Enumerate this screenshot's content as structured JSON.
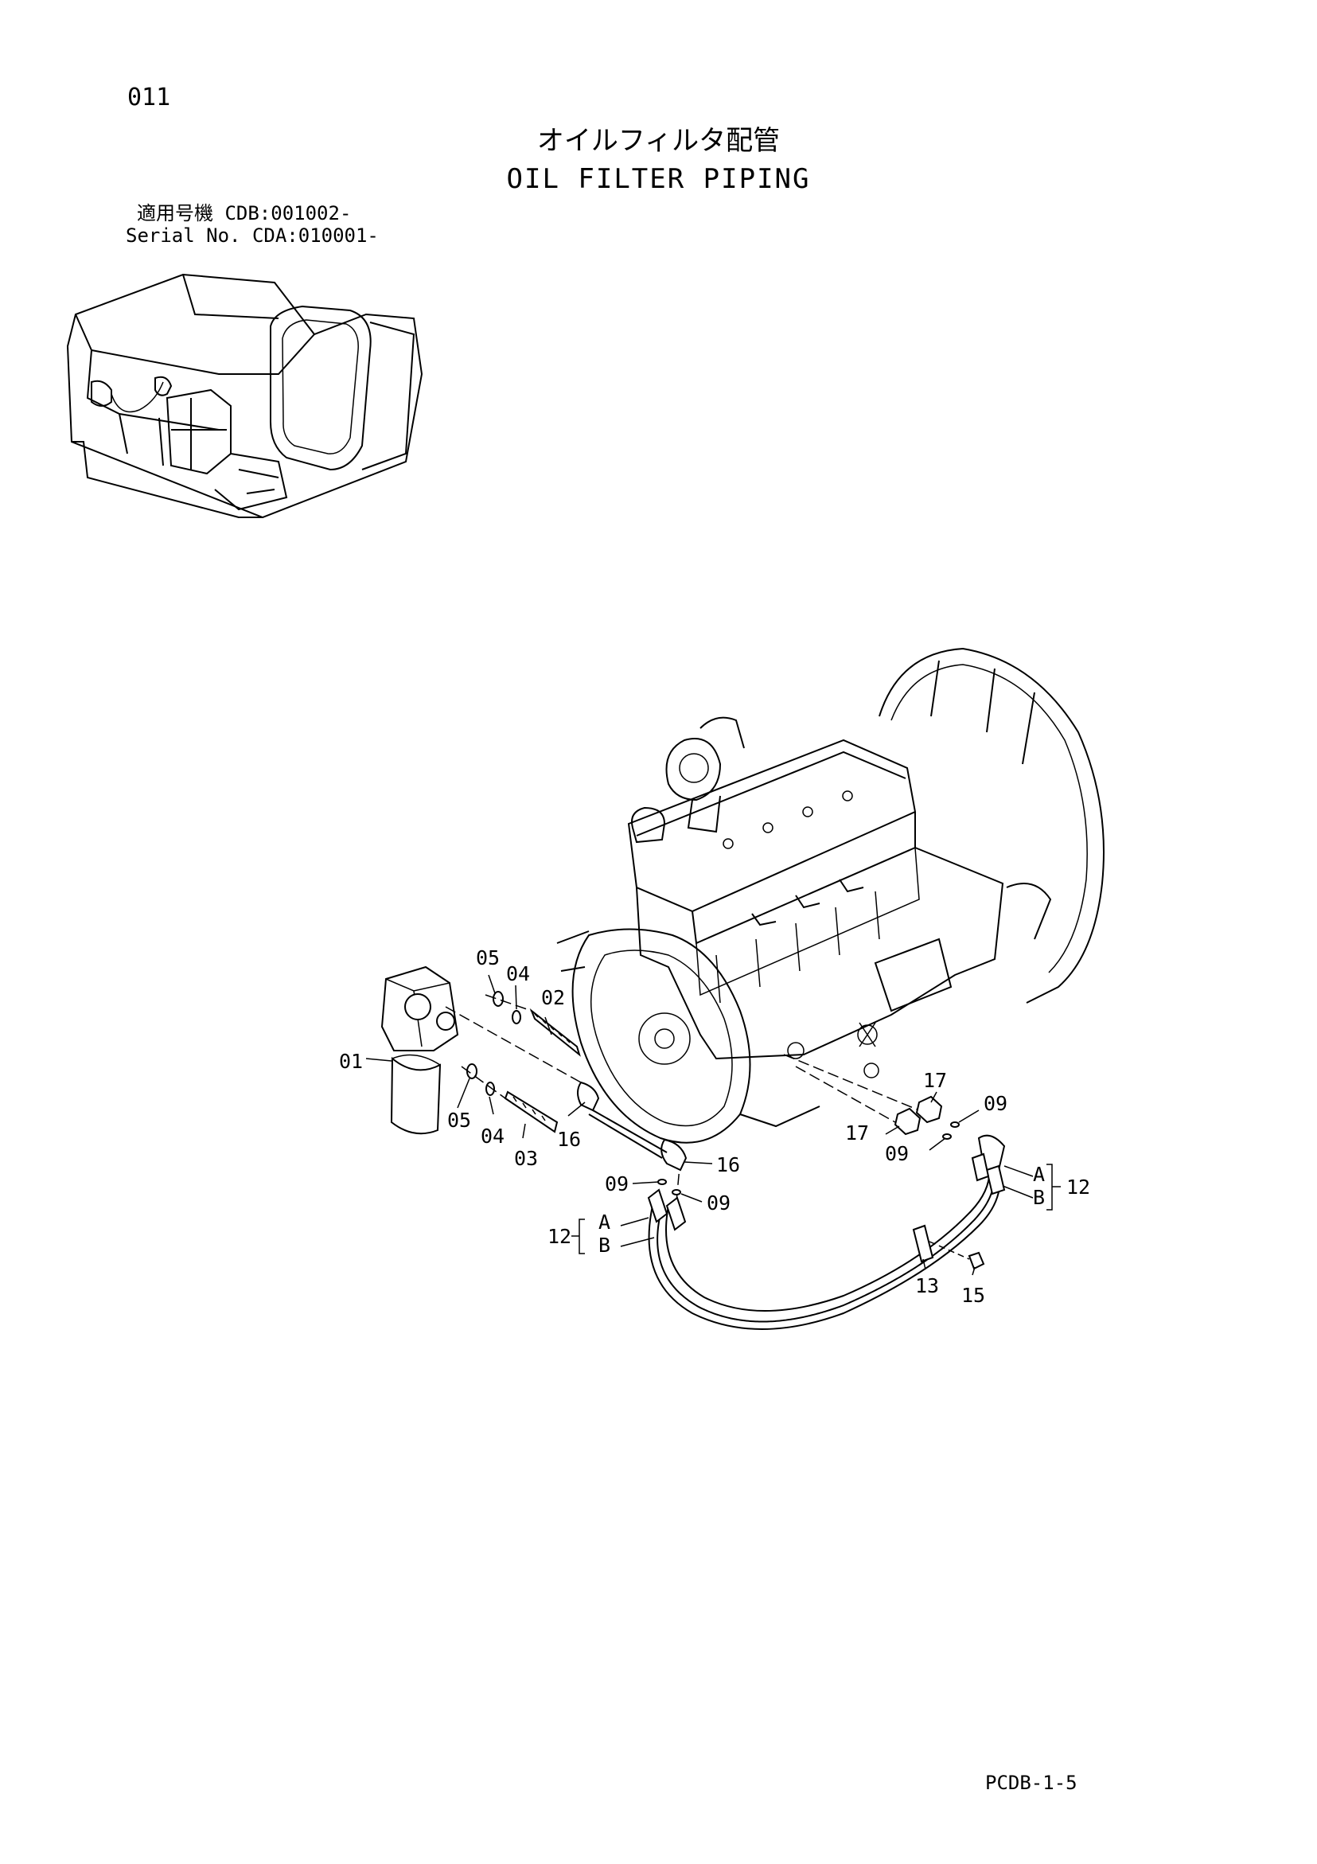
{
  "header": {
    "page_number": "011",
    "title_ja": "オイルフィルタ配管",
    "title_en": "OIL FILTER PIPING",
    "serial_line_1": "適用号機  CDB:001002-",
    "serial_line_2": "Serial No. CDA:010001-"
  },
  "footer": {
    "page_code": "PCDB-1-5"
  },
  "callouts": {
    "c01": "01",
    "c02": "02",
    "c03": "03",
    "c04a": "04",
    "c04b": "04",
    "c05a": "05",
    "c05b": "05",
    "c09a": "09",
    "c09b": "09",
    "c09c": "09",
    "c09d": "09",
    "c12a": "12",
    "c12b": "12",
    "c13": "13",
    "c15": "15",
    "c16a": "16",
    "c16b": "16",
    "c17a": "17",
    "c17b": "17",
    "cAa": "A",
    "cBa": "B",
    "cAb": "A",
    "cBb": "B"
  }
}
